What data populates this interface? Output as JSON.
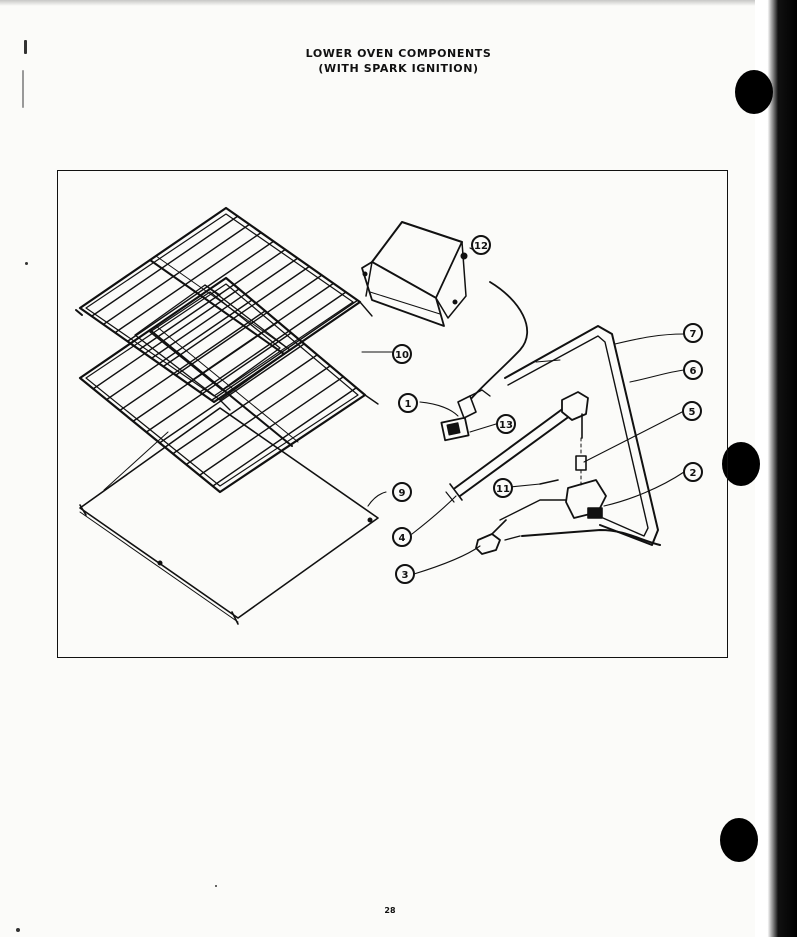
{
  "title": {
    "line1": "LOWER OVEN COMPONENTS",
    "line2": "(WITH SPARK IGNITION)"
  },
  "callouts": [
    "1",
    "2",
    "3",
    "4",
    "5",
    "6",
    "7",
    "9",
    "10",
    "11",
    "12",
    "13"
  ],
  "page_number": "28",
  "colors": {
    "ink": "#111111",
    "paper": "#fbfbf9",
    "edge": "#000000"
  }
}
